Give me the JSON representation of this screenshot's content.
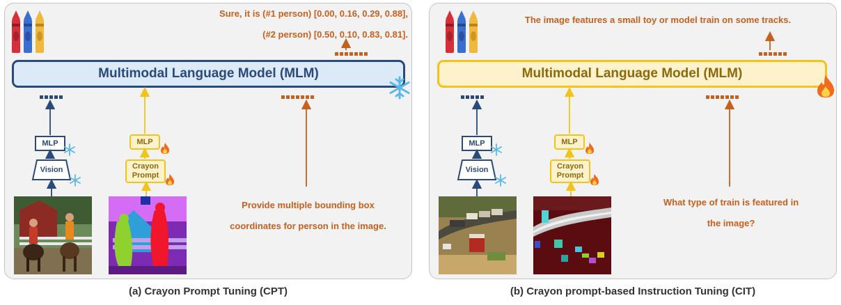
{
  "panel_a": {
    "caption": "(a) Crayon Prompt Tuning (CPT)",
    "mlm_label": "Multimodal Language Model (MLM)",
    "response_line1": "Sure, it is (#1 person) [0.00, 0.16, 0.29, 0.88],",
    "response_line2": "(#2 person) [0.50, 0.10, 0.83, 0.81].",
    "mlp_left": "MLP",
    "vision": "Vision",
    "mlp_right": "MLP",
    "crayon_prompt_line1": "Crayon",
    "crayon_prompt_line2": "Prompt",
    "instruction_line1": "Provide multiple bounding box",
    "instruction_line2": "coordinates for person in the image."
  },
  "panel_b": {
    "caption": "(b) Crayon prompt-based Instruction Tuning (CIT)",
    "mlm_label": "Multimodal Language Model (MLM)",
    "response": "The image features a small toy or model train on some tracks.",
    "mlp_left": "MLP",
    "vision": "Vision",
    "mlp_right": "MLP",
    "crayon_prompt_line1": "Crayon",
    "crayon_prompt_line2": "Prompt",
    "instruction_line1": "What type of train is featured in",
    "instruction_line2": "the image?"
  },
  "icons": {
    "crayons": "crayons-icon",
    "frozen": "snowflake-icon",
    "trainable": "flame-icon"
  },
  "colors": {
    "frozen_blue": "#294a7a",
    "tuned_gold": "#f2c41b",
    "text_orange": "#c6601d",
    "mlm_blue_fill": "#dce9f6",
    "mlm_gold_fill": "#fdf2cc"
  }
}
